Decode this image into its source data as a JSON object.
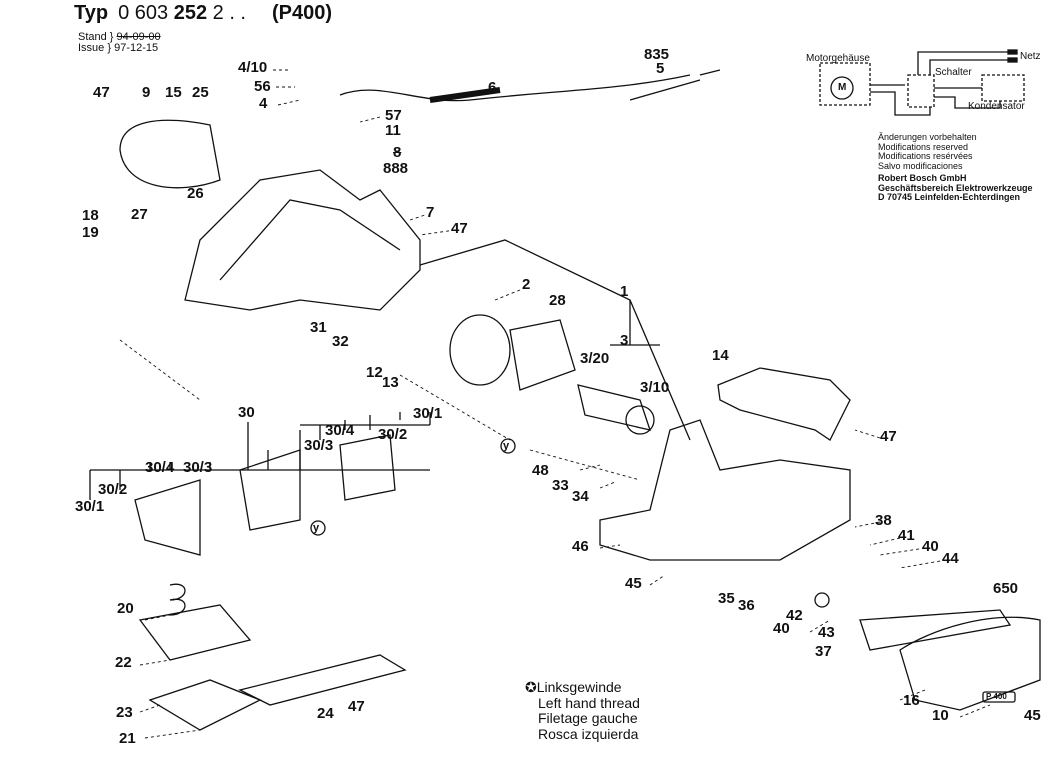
{
  "header": {
    "typ_label": "Typ",
    "type_number_prefix": "0 603",
    "type_number_bold": "252",
    "type_number_suffix": "2 . .",
    "model": "(P400)",
    "stand_label": "Stand",
    "stand_date": "94-09-00",
    "issue_label": "Issue",
    "issue_date": "97-12-15"
  },
  "wiring": {
    "motor_housing": "Motorgehäuse",
    "motor": "M",
    "mains": "Netz",
    "switch": "Schalter",
    "capacitor": "Kondensator"
  },
  "notes": {
    "lines": [
      "Änderungen vorbehalten",
      "Modifications reserved",
      "Modifications resérvées",
      "Salvo modificaciones"
    ],
    "company": [
      "Robert Bosch GmbH",
      "Geschäftsbereich Elektrowerkzeuge",
      "D 70745 Leinfelden-Echterdingen"
    ]
  },
  "legend": {
    "symbol": "✪",
    "lines": [
      "Linksgewinde",
      "Left hand thread",
      "Filetage gauche",
      "Rosca izquierda"
    ]
  },
  "parts": [
    "4/10",
    "56",
    "4",
    "835",
    "5",
    "6",
    "57",
    "11",
    "8",
    "888",
    "47",
    "9",
    "15",
    "25",
    "26",
    "18",
    "19",
    "27",
    "7",
    "47",
    "2",
    "28",
    "1",
    "3",
    "3/20",
    "3/10",
    "14",
    "31",
    "32",
    "12",
    "13",
    "30",
    "30/4",
    "30/3",
    "30/2",
    "30/1",
    "30/4",
    "30/3",
    "30/2",
    "30/1",
    "y",
    "y",
    "48",
    "33",
    "34",
    "47",
    "38",
    "41",
    "40",
    "44",
    "46",
    "45",
    "35",
    "36",
    "42",
    "40",
    "43",
    "37",
    "650",
    "16",
    "10",
    "45",
    "20",
    "22",
    "23",
    "21",
    "24",
    "47"
  ],
  "plate_text": "P 400"
}
